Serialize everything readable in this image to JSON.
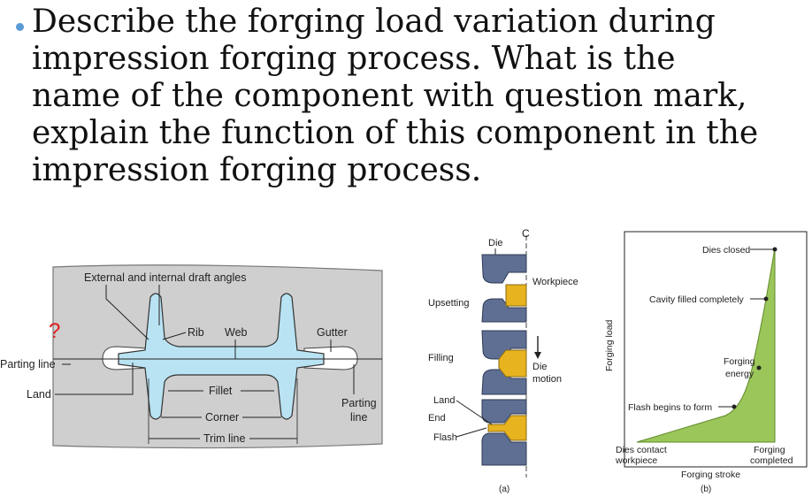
{
  "question": {
    "lines": [
      "Describe the forging load variation during",
      "impression forging process. What is the",
      "name of the component with question mark,",
      "explain the function of this component in the",
      "impression forging process."
    ]
  },
  "figure_left": {
    "question_mark": "?",
    "labels": {
      "draft": "External and internal draft angles",
      "rib": "Rib",
      "web": "Web",
      "gutter": "Gutter",
      "parting_line_left": "Parting line",
      "land": "Land",
      "fillet": "Fillet",
      "corner": "Corner",
      "trim_line": "Trim line",
      "parting_line_right_1": "Parting",
      "parting_line_right_2": "line"
    }
  },
  "figure_middle": {
    "labels": {
      "die": "Die",
      "centerline": "C",
      "workpiece": "Workpiece",
      "upsetting": "Upsetting",
      "filling": "Filling",
      "die_motion_1": "Die",
      "die_motion_2": "motion",
      "land": "Land",
      "end": "End",
      "flash": "Flash",
      "caption": "(a)"
    },
    "colors": {
      "die": "#5e6f93",
      "workpiece": "#e7b31f"
    }
  },
  "figure_right": {
    "labels": {
      "dies_closed": "Dies closed",
      "cavity_filled": "Cavity filled completely",
      "forging_energy_1": "Forging",
      "forging_energy_2": "energy",
      "flash_begins": "Flash begins to form",
      "ylabel": "Forging load",
      "xlabel": "Forging stroke",
      "x_start_1": "Dies contact",
      "x_start_2": "workpiece",
      "x_end_1": "Forging",
      "x_end_2": "completed",
      "caption": "(b)"
    },
    "colors": {
      "area": "#9bc65a"
    }
  }
}
